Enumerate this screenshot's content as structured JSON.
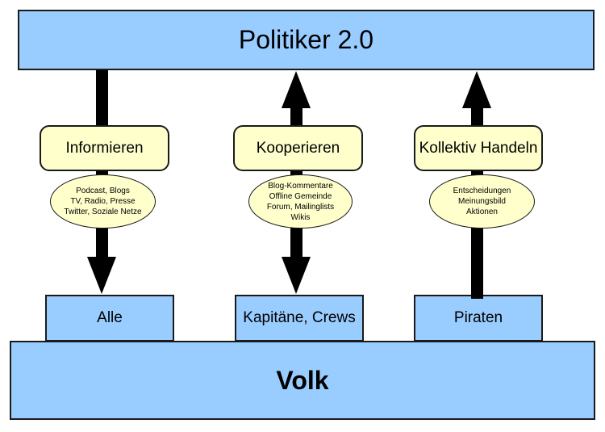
{
  "diagram": {
    "top_box": {
      "label": "Politiker 2.0"
    },
    "bottom_box": {
      "label": "Volk"
    },
    "columns": [
      {
        "action": "Informieren",
        "arrow_direction": "down",
        "channel_lines": [
          "Podcast, Blogs",
          "TV, Radio, Presse",
          "Twitter, Soziale Netze"
        ],
        "target": "Alle"
      },
      {
        "action": "Kooperieren",
        "arrow_direction": "both",
        "channel_lines": [
          "Blog-Kommentare",
          "Offline Gemeinde",
          "Forum, Mailinglists",
          "Wikis"
        ],
        "target": "Kapitäne, Crews"
      },
      {
        "action": "Kollektiv Handeln",
        "arrow_direction": "up",
        "channel_lines": [
          "Entscheidungen",
          "Meinungsbild",
          "Aktionen"
        ],
        "target": "Piraten"
      }
    ],
    "colors": {
      "node_blue": "#99ccff",
      "node_yellow": "#ffffcc",
      "arrow_black": "#000000",
      "border_black": "#1a1a1a",
      "background": "#ffffff"
    }
  }
}
